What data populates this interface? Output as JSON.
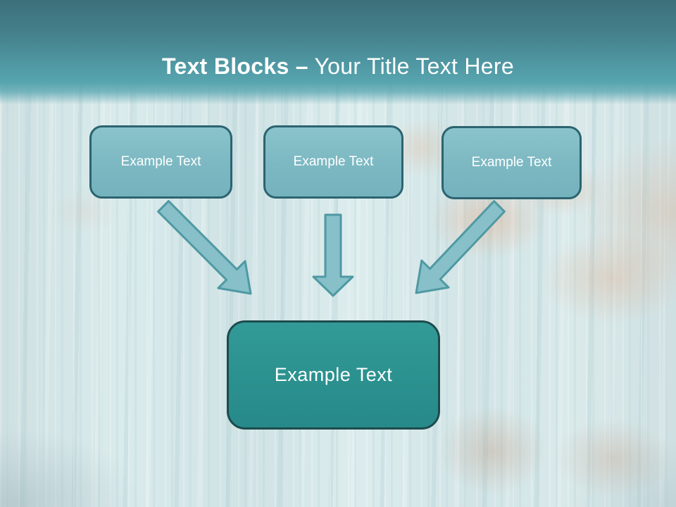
{
  "title": {
    "bold": "Text Blocks –",
    "regular": " Your Title Text Here"
  },
  "diagram": {
    "top_boxes": [
      {
        "label": "Example Text"
      },
      {
        "label": "Example Text"
      },
      {
        "label": "Example Text"
      }
    ],
    "result_box": {
      "label": "Example Text"
    },
    "arrow_icons": [
      "down-right-arrow-icon",
      "down-arrow-icon",
      "down-left-arrow-icon"
    ]
  },
  "colors": {
    "header_gradient_top": "#3c707b",
    "header_gradient_bottom": "#57a5af",
    "background_base": "#d5e6e7",
    "background_patch_orange": "#e4ac8a",
    "top_box_fill": "#7fbac4",
    "top_box_border": "#2c6470",
    "result_box_fill": "#2b918f",
    "result_box_border": "#1d4b4d",
    "arrow_fill": "#87c0c8",
    "arrow_stroke": "#4f99a3",
    "title_text": "#ffffff"
  }
}
